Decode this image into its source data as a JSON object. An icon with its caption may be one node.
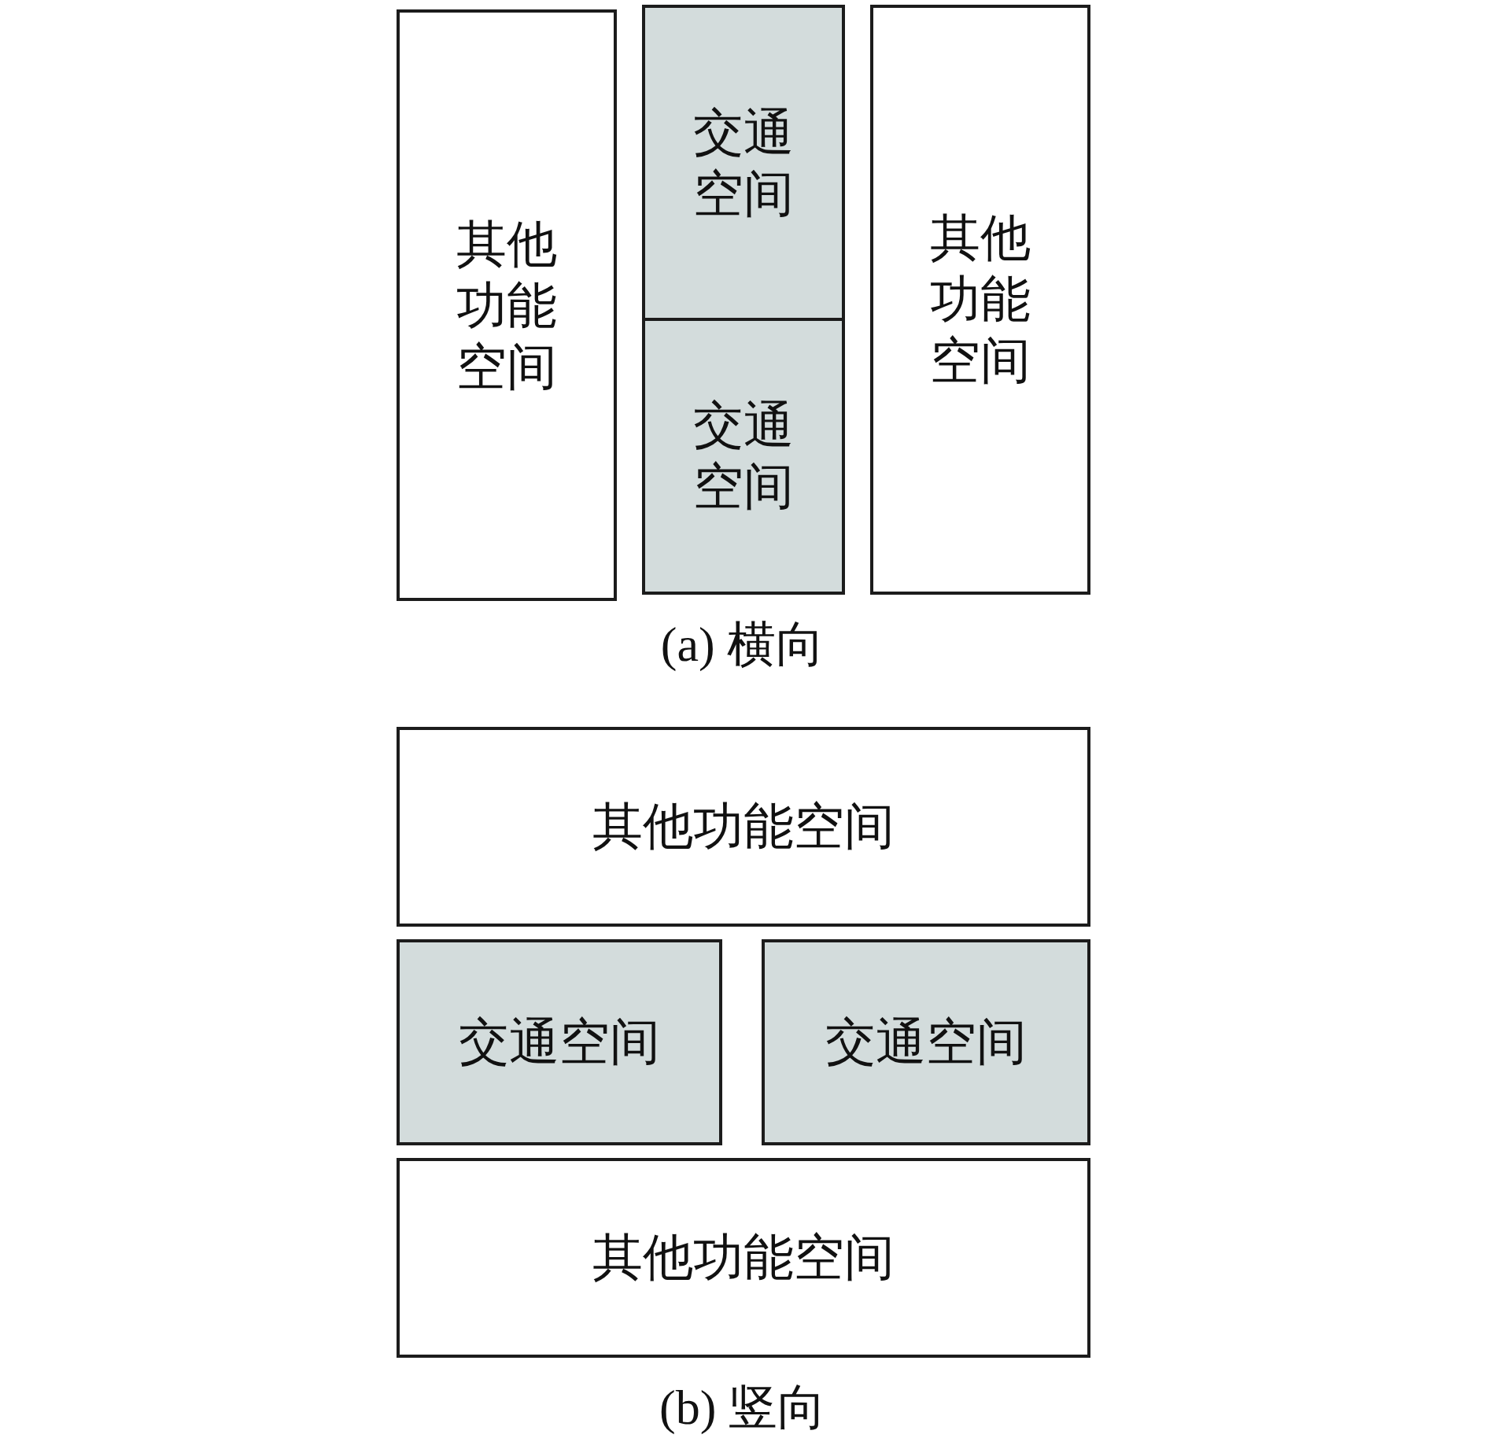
{
  "diagram": {
    "nodes": [
      {
        "text": [
          "其他功能空间"
        ]
      },
      {
        "text": [
          "交通空间"
        ]
      },
      {
        "text": [
          "交通空间"
        ]
      },
      {
        "text": [
          "其他功能空间"
        ]
      },
      {
        "text": [
          "其他功能空间"
        ]
      },
      {
        "text": [
          "交通空间"
        ]
      },
      {
        "text": [
          "交通空间"
        ]
      },
      {
        "text": [
          "其他功能空间"
        ]
      }
    ],
    "labels": [
      "(a) 横向",
      "(b) 竖向"
    ]
  }
}
